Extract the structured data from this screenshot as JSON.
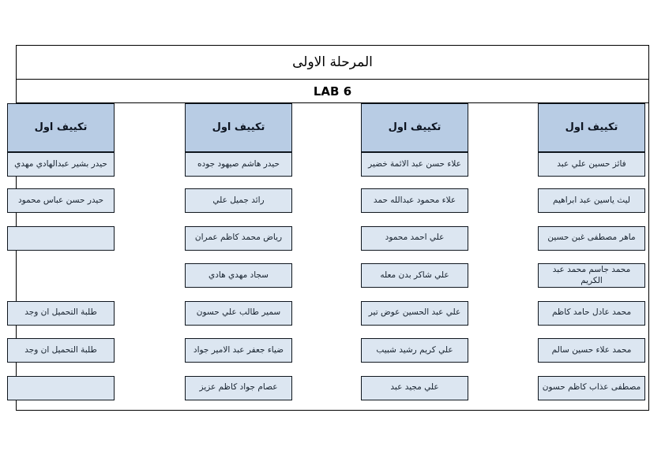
{
  "document": {
    "title": "المرحلة الاولى",
    "lab": "LAB 6"
  },
  "columns": [
    {
      "header": "تكييف اول",
      "students": [
        "فائز حسين علي عبد",
        "ليث ياسين عبد ابراهيم",
        "ماهر مصطفى غبن حسين",
        "محمد جاسم محمد عبد الكريم",
        "محمد عادل حامد كاظم",
        "محمد علاء حسين سالم",
        "مصطفى عذاب كاظم حسون"
      ]
    },
    {
      "header": "تكييف اول",
      "students": [
        "علاء حسن عبد الائمة خضير",
        "علاء محمود عبدالله حمد",
        "علي احمد محمود",
        "علي شاكر بدن معله",
        "علي عبد الحسين عوض تير",
        "علي كريم رشيد شبيب",
        "علي مجيد عبد"
      ]
    },
    {
      "header": "تكييف اول",
      "students": [
        "حيدر هاشم صيهود جوده",
        "رائد جميل علي",
        "رياض محمد كاظم عمران",
        "سجاد مهدي هادي",
        "سمير طالب علي حسون",
        "ضياء جعفر عبد الامير جواد",
        "عصام جواد كاظم عزيز"
      ]
    },
    {
      "header": "تكييف اول",
      "students": [
        "حيدر بشير عبدالهادي مهدي",
        "حيدر حسن عباس محمود",
        "",
        null,
        "طلبة التحميل ان وجد",
        "طلبة التحميل ان وجد",
        ""
      ]
    }
  ],
  "colors": {
    "header_fill": "#b8cce4",
    "cell_fill": "#dce6f1",
    "border": "#10171f",
    "page_background": "#ffffff"
  }
}
